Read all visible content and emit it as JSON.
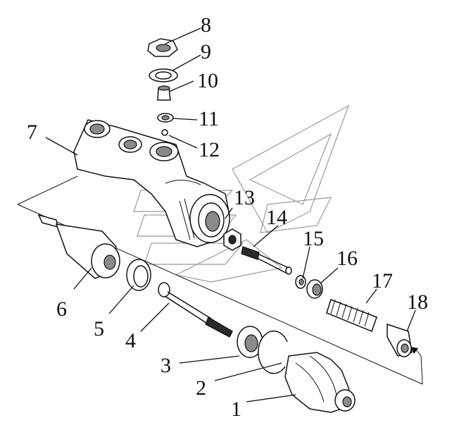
{
  "diagram": {
    "callouts": [
      {
        "id": "part-1",
        "number": "1"
      },
      {
        "id": "part-2",
        "number": "2"
      },
      {
        "id": "part-3",
        "number": "3"
      },
      {
        "id": "part-4",
        "number": "4"
      },
      {
        "id": "part-5",
        "number": "5"
      },
      {
        "id": "part-6",
        "number": "6"
      },
      {
        "id": "part-7",
        "number": "7"
      },
      {
        "id": "part-8",
        "number": "8"
      },
      {
        "id": "part-9",
        "number": "9"
      },
      {
        "id": "part-10",
        "number": "10"
      },
      {
        "id": "part-11",
        "number": "11"
      },
      {
        "id": "part-12",
        "number": "12"
      },
      {
        "id": "part-13",
        "number": "13"
      },
      {
        "id": "part-14",
        "number": "14"
      },
      {
        "id": "part-15",
        "number": "15"
      },
      {
        "id": "part-16",
        "number": "16"
      },
      {
        "id": "part-17",
        "number": "17"
      },
      {
        "id": "part-18",
        "number": "18"
      }
    ]
  }
}
